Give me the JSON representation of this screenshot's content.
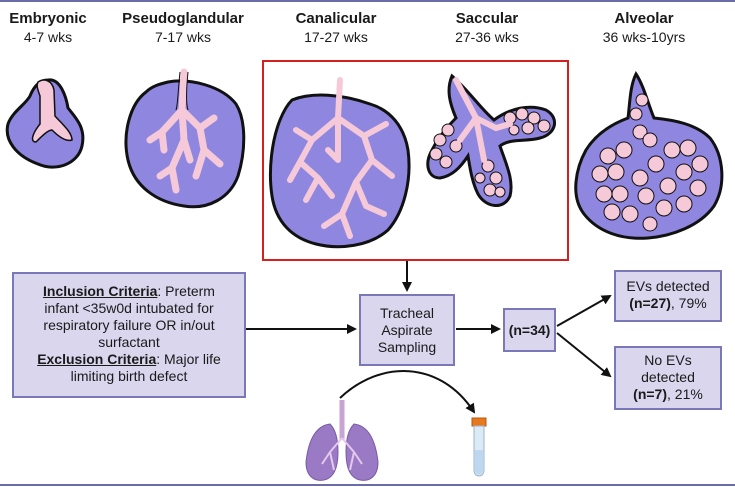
{
  "stages": [
    {
      "name": "Embryonic",
      "weeks": "4-7 wks"
    },
    {
      "name": "Pseudoglandular",
      "weeks": "7-17 wks"
    },
    {
      "name": "Canalicular",
      "weeks": "17-27 wks"
    },
    {
      "name": "Saccular",
      "weeks": "27-36 wks"
    },
    {
      "name": "Alveolar",
      "weeks": "36 wks-10yrs"
    }
  ],
  "inclusion": {
    "label": "Inclusion Criteria",
    "text_a": ": Preterm infant <35w0d intubated for respiratory failure OR in/out surfactant"
  },
  "exclusion": {
    "label": "Exclusion Criteria",
    "text_a": ": Major life limiting birth defect"
  },
  "tracheal": {
    "line1": "Tracheal",
    "line2": "Aspirate",
    "line3": "Sampling"
  },
  "cohort": {
    "label": "(n=34)"
  },
  "ev_detected": {
    "line1": "EVs detected",
    "count": "(n=27)",
    "pct": ", 79%"
  },
  "ev_not_detected": {
    "line1": "No EVs",
    "line2": "detected",
    "count": "(n=7)",
    "pct": ", 21%"
  },
  "colors": {
    "lung_fill": "#8f86e0",
    "lung_outline": "#111111",
    "airway": "#f6c9d9",
    "box_fill": "#d9d6ee",
    "box_border": "#7a78b8",
    "highlight_border": "#d62020",
    "frame_line": "#6b6ba8"
  },
  "icons": [
    "lungs-icon",
    "sample-tube-icon"
  ]
}
